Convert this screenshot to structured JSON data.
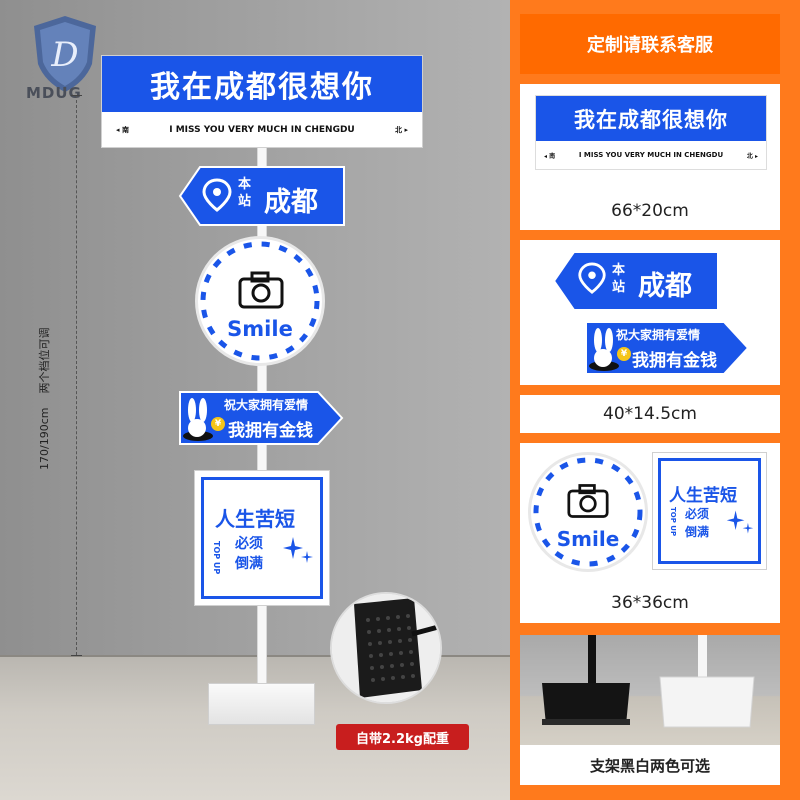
{
  "brand": {
    "logo_text": "MDUG"
  },
  "measure": {
    "height": "170/190cm",
    "note": "两个档位可调"
  },
  "sign_top": {
    "title": "我在成都很想你",
    "subtitle": "I MISS YOU VERY MUCH IN CHENGDU",
    "left_mark": "◂ 南",
    "right_mark": "北 ▸"
  },
  "sign_station": {
    "small_top": "本",
    "small_bottom": "站",
    "city": "成都"
  },
  "sign_smile": {
    "text": "Smile"
  },
  "sign_wish": {
    "line1": "祝大家拥有爱情",
    "line2": "我拥有金钱",
    "coin": "¥"
  },
  "sign_square": {
    "title": "人生苦短",
    "topup": "TOP UP",
    "line1": "必须",
    "line2": "倒满"
  },
  "weight": {
    "label": "自带2.2kg配重"
  },
  "panel": {
    "title": "定制请联系客服",
    "size1": "66*20cm",
    "size2": "40*14.5cm",
    "size3": "36*36cm",
    "bottom": "支架黑白两色可选"
  },
  "colors": {
    "blue": "#1a55e8",
    "orange": "#ff7a1c",
    "red": "#c81e1e"
  }
}
